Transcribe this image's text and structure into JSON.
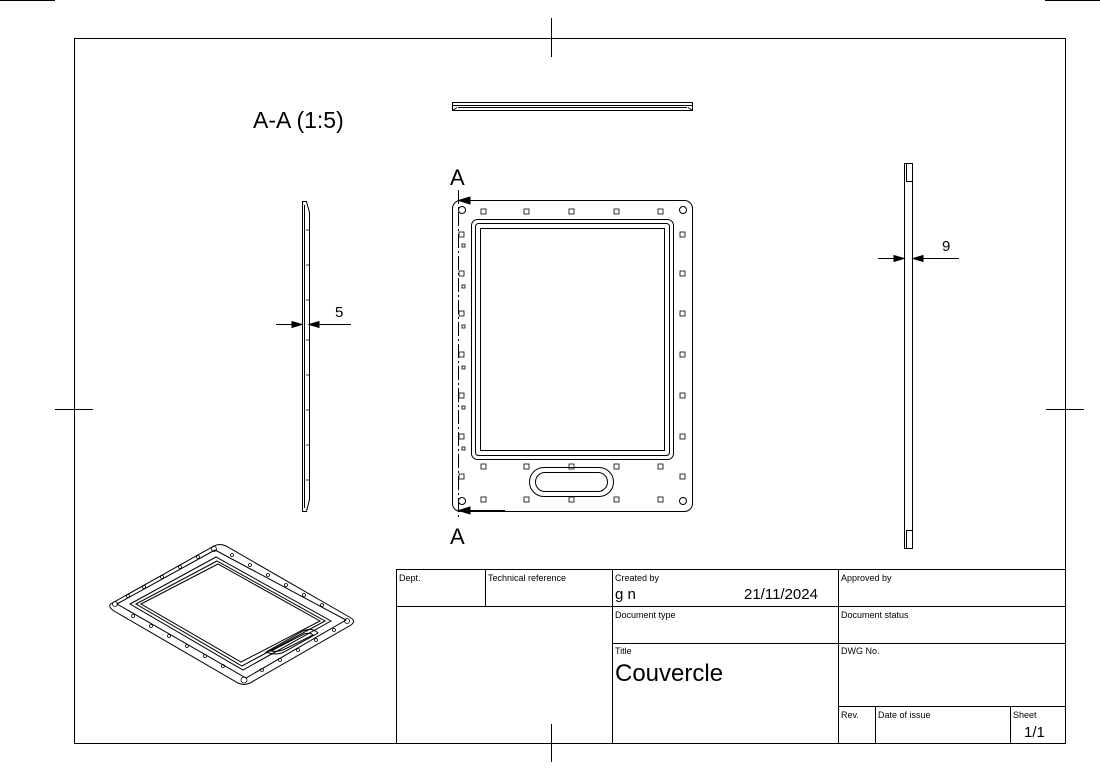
{
  "drawing": {
    "section_label": "A-A (1:5)",
    "cut_marker_top": "A",
    "cut_marker_bottom": "A",
    "dim_left": "5",
    "dim_right": "9"
  },
  "title_block": {
    "dept_label": "Dept.",
    "tech_ref_label": "Technical reference",
    "created_by_label": "Created by",
    "created_by_value": "g n",
    "created_date": "21/11/2024",
    "approved_by_label": "Approved by",
    "doc_type_label": "Document type",
    "doc_status_label": "Document status",
    "title_label": "Title",
    "title_value": "Couvercle",
    "dwg_no_label": "DWG No.",
    "rev_label": "Rev.",
    "date_issue_label": "Date of issue",
    "sheet_label": "Sheet",
    "sheet_value": "1/1"
  }
}
